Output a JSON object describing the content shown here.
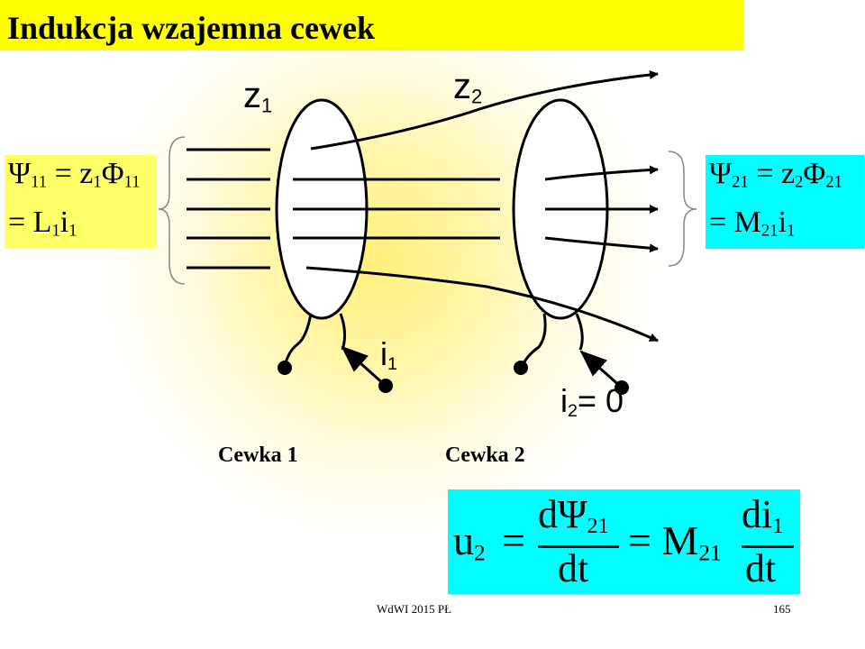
{
  "slide": {
    "title": "Indukcja wzajemna cewek",
    "footer_left": "WdWI 2015 PŁ",
    "page_number": "165"
  },
  "diagram": {
    "coil1_turns": "z",
    "coil1_turns_sub": "1",
    "coil2_turns": "z",
    "coil2_turns_sub": "2",
    "current1": "i",
    "current1_sub": "1",
    "current2": "i",
    "current2_sub": "2",
    "current2_value": "= 0",
    "caption1": "Cewka 1",
    "caption2": "Cewka 2"
  },
  "formulas": {
    "left_line1": {
      "psi": "Ψ",
      "psi_sub": "11",
      "eq": "= z",
      "z_sub": "1",
      "phi": "Φ",
      "phi_sub": "11"
    },
    "left_line2": {
      "eq": "= L",
      "l_sub": "1",
      "i": "i",
      "i_sub": "1"
    },
    "right_line1": {
      "psi": "Ψ",
      "psi_sub": "21",
      "eq": "= z",
      "z_sub": "2",
      "phi": "Φ",
      "phi_sub": "21"
    },
    "right_line2": {
      "eq": "= M",
      "m_sub": "21",
      "i": "i",
      "i_sub": "1"
    },
    "bottom": {
      "u": "u",
      "u_sub": "2",
      "eq1": "=",
      "num1": "dΨ",
      "num1_sub": "21",
      "den1": "dt",
      "eq2": "= M",
      "m_sub": "21",
      "num2": "di",
      "num2_sub": "1",
      "den2": "dt"
    }
  },
  "colors": {
    "title_bg": "#ffff00",
    "left_box": "#ffff66",
    "right_box": "#00ffff",
    "bottom_box": "#00ffff"
  }
}
